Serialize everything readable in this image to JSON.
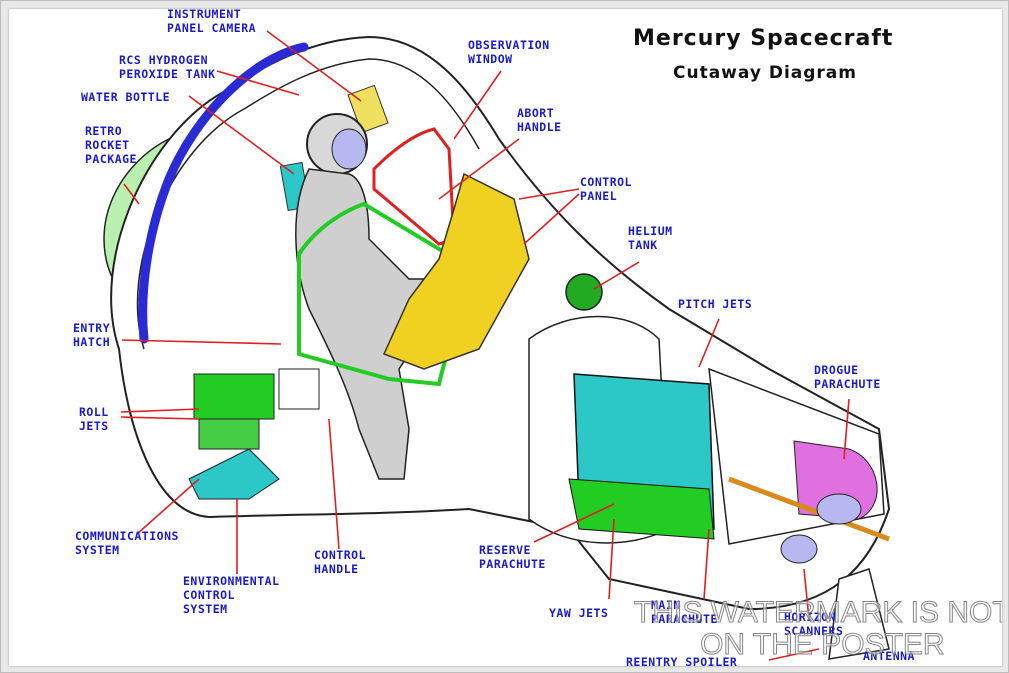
{
  "title": "Mercury Spacecraft",
  "subtitle": "Cutaway Diagram",
  "labels": {
    "instrument_panel_camera": "INSTRUMENT\nPANEL CAMERA",
    "rcs_tank": "RCS HYDROGEN\nPEROXIDE TANK",
    "water_bottle": "WATER BOTTLE",
    "retro_rocket": "RETRO\nROCKET\nPACKAGE",
    "entry_hatch": "ENTRY\nHATCH",
    "roll_jets": "ROLL\nJETS",
    "communications": "COMMUNICATIONS\nSYSTEM",
    "environmental": "ENVIRONMENTAL\nCONTROL\nSYSTEM",
    "control_handle": "CONTROL\nHANDLE",
    "observation_window": "OBSERVATION\nWINDOW",
    "abort_handle": "ABORT\nHANDLE",
    "control_panel": "CONTROL\nPANEL",
    "helium_tank": "HELIUM\nTANK",
    "pitch_jets": "PITCH JETS",
    "drogue_parachute": "DROGUE\nPARACHUTE",
    "reserve_parachute": "RESERVE\nPARACHUTE",
    "yaw_jets": "YAW JETS",
    "main_parachute": "MAIN\nPARACHUTE",
    "horizon_scanners": "HORIZON\nSCANNERS",
    "reentry_spoiler": "REENTRY SPOILER",
    "antenna": "ANTENNA"
  },
  "watermark": "THIS WATERMARK IS NOT\nON THE POSTER",
  "colors": {
    "label": "#1a1acc",
    "leader": "#e02020",
    "blue_tank": "#2b2bd6",
    "green": "#22cc22",
    "yellow": "#f0d020",
    "cyan": "#2cc7c7",
    "magenta": "#e070e0",
    "orange": "#d98a1a",
    "light_green": "#b9f0b0"
  }
}
